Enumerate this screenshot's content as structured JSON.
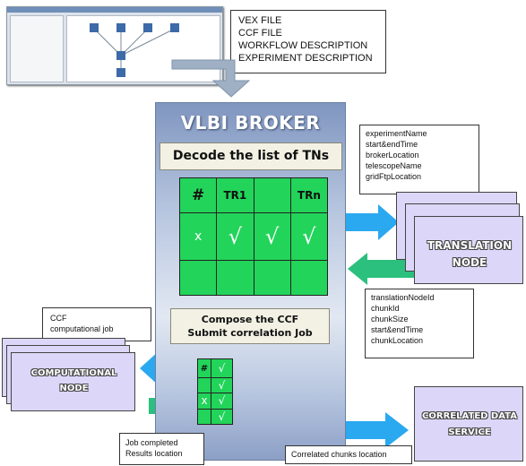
{
  "files_note": {
    "lines": [
      "VEX FILE",
      "CCF FILE",
      "WORKFLOW DESCRIPTION",
      "EXPERIMENT DESCRIPTION"
    ]
  },
  "broker": {
    "title": "VLBI BROKER",
    "decode_label": "Decode the list of TNs",
    "compose_label_line1": "Compose the CCF",
    "compose_label_line2": "Submit correlation Job"
  },
  "tn_table": {
    "headers": [
      "#",
      "TR1",
      "",
      "TRn"
    ],
    "row1": [
      "x",
      "√",
      "√",
      "√"
    ]
  },
  "mini_table": {
    "hash": "#",
    "x": "x",
    "check": "√"
  },
  "experiment_note": {
    "lines": [
      "experimentName",
      "start&endTime",
      "brokerLocation",
      "telescopeName",
      "gridFtpLocation"
    ]
  },
  "translation_note": {
    "lines": [
      "translationNodeId",
      "chunkId",
      "chunkSize",
      "start&endTime",
      "chunkLocation"
    ]
  },
  "ccf_note": {
    "lines": [
      "CCF",
      "computational job"
    ]
  },
  "job_note": {
    "lines": [
      "Job completed",
      "Results location"
    ]
  },
  "chunks_note": {
    "text": "Correlated chunks location"
  },
  "translation_node": {
    "line1": "TRANSLATION",
    "line2": "NODE"
  },
  "computational_node": {
    "line1": "COMPUTATIONAL",
    "line2": "NODE"
  },
  "correlated_service": {
    "line1": "CORRELATED DATA",
    "line2": "SERVICE"
  },
  "colors": {
    "arrow_blue": "#2aa8f0",
    "arrow_green": "#2cc07e",
    "arrow_gray": "#9fb0c4",
    "table_green": "#22d45a",
    "node_fill": "#dcd6f8"
  }
}
